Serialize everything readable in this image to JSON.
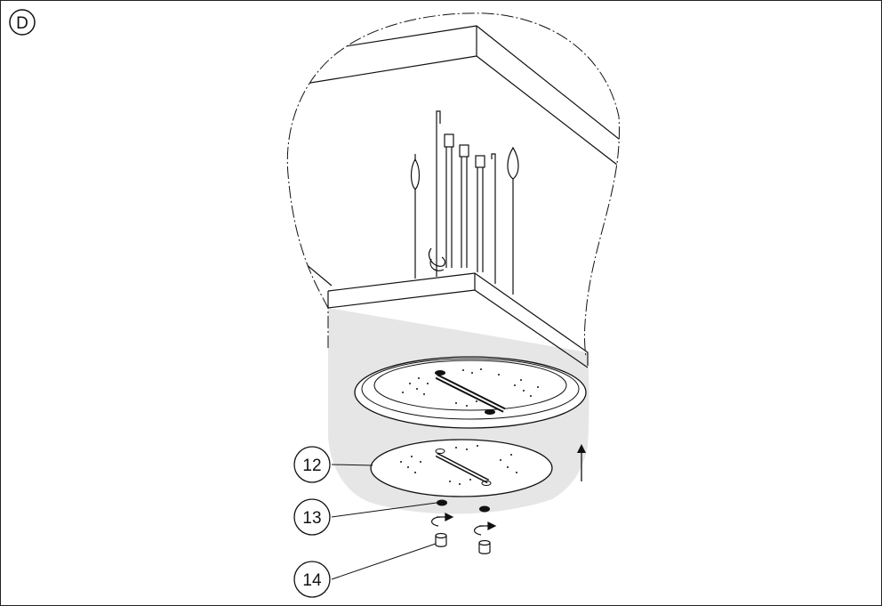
{
  "figure": {
    "step_label": "D",
    "callouts": [
      {
        "id": "12",
        "label": "12"
      },
      {
        "id": "13",
        "label": "13"
      },
      {
        "id": "14",
        "label": "14"
      }
    ]
  },
  "colors": {
    "line": "#111111",
    "shading": "#e3e3e3",
    "background": "#ffffff"
  },
  "icons": [
    "rotate-arrow-icon",
    "up-arrow-icon",
    "cap-icon",
    "hole-icon"
  ]
}
